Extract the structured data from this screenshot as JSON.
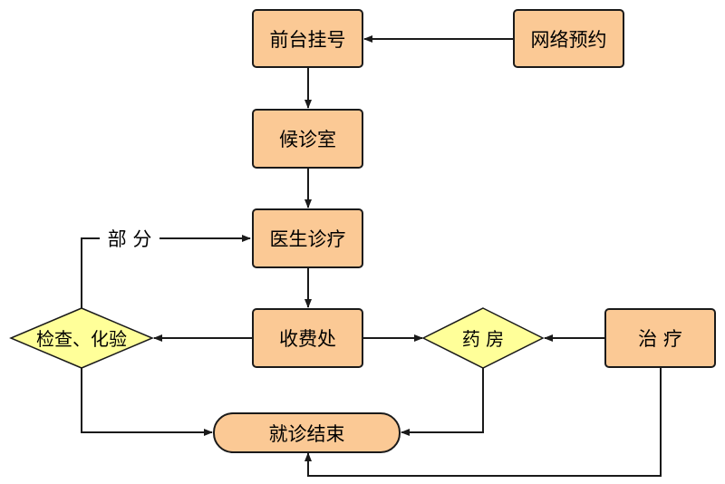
{
  "nodes": {
    "registration": "前台挂号",
    "online_booking": "网络预约",
    "waiting_room": "候诊室",
    "diagnosis": "医生诊疗",
    "cashier": "收费处",
    "examination": "检查、化验",
    "pharmacy": "药 房",
    "treatment": "治 疗",
    "end": "就诊结束"
  },
  "edge_labels": {
    "partial": "部 分"
  },
  "colors": {
    "process_fill": "#fbc995",
    "decision_fill": "#ffff99",
    "stroke": "#1a1a1a"
  }
}
